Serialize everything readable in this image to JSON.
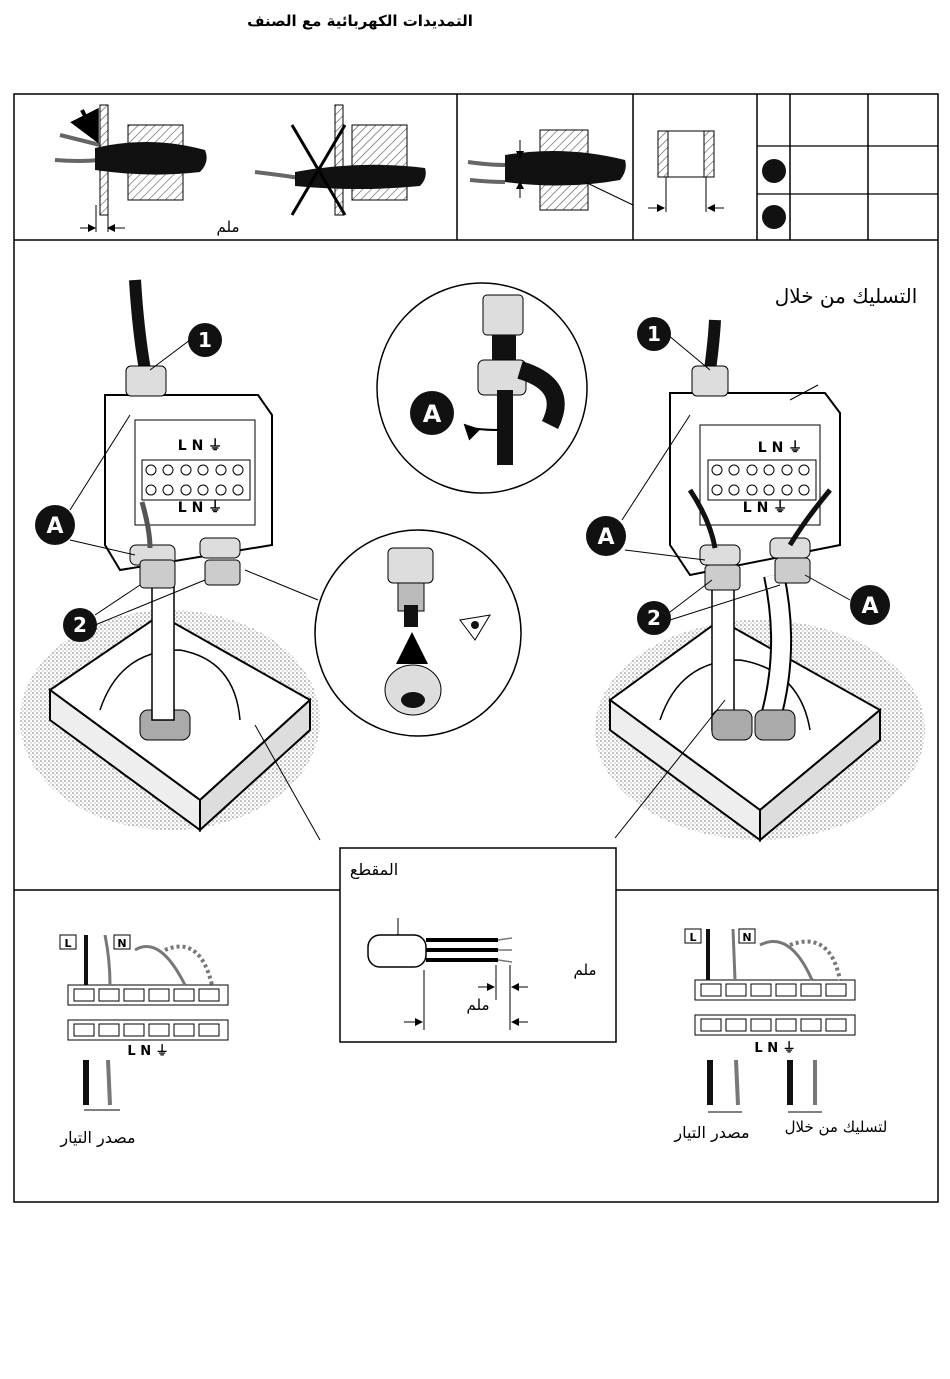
{
  "header": {
    "title": "التمديدات الكهربائية مع الصنف"
  },
  "top_panel": {
    "mm_label": "ملم"
  },
  "main_panel": {
    "through_wiring_title": "التسليك من خلال"
  },
  "callouts": {
    "one": "1",
    "two": "2",
    "a": "A"
  },
  "terminals": {
    "L": "L",
    "N": "N",
    "LN": "L N",
    "earth": "⏚",
    "LN_earth": "L N ⏚",
    "N_earth": "N ⏚"
  },
  "section_box": {
    "title": "المقطع",
    "mm1": "ملم",
    "mm2": "ملم"
  },
  "bottom_left": {
    "caption": "مصدر التيار"
  },
  "bottom_right": {
    "caption_supply": "مصدر التيار",
    "caption_through": "لتسليك من خلال"
  },
  "colors": {
    "ink": "#000000",
    "paper": "#ffffff",
    "hatch": "#8a8a8a",
    "stipple": "#b0b0b0"
  }
}
